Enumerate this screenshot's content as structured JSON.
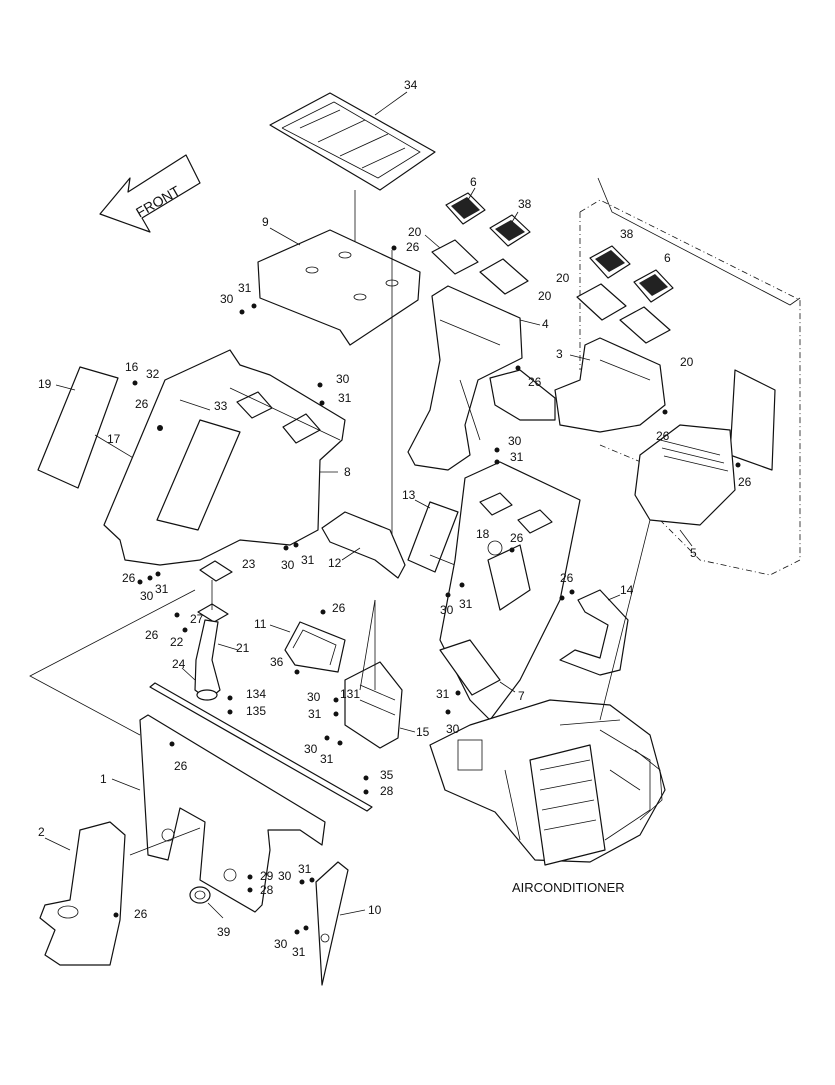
{
  "diagram": {
    "front_label": "FRONT",
    "caption": "AIRCONDITIONER",
    "callouts": [
      "34",
      "6",
      "38",
      "20",
      "20",
      "26",
      "9",
      "31",
      "30",
      "38",
      "6",
      "20",
      "20",
      "4",
      "3",
      "26",
      "26",
      "19",
      "16",
      "32",
      "26",
      "17",
      "33",
      "30",
      "31",
      "8",
      "30",
      "31",
      "26",
      "13",
      "18",
      "26",
      "26",
      "30",
      "31",
      "12",
      "23",
      "26",
      "30",
      "31",
      "30",
      "31",
      "14",
      "27",
      "22",
      "26",
      "26",
      "11",
      "21",
      "24",
      "36",
      "134",
      "135",
      "30",
      "131",
      "31",
      "30",
      "31",
      "15",
      "31",
      "30",
      "7",
      "1",
      "26",
      "35",
      "28",
      "2",
      "29",
      "28",
      "30",
      "31",
      "26",
      "39",
      "10",
      "30",
      "31",
      "5"
    ]
  }
}
